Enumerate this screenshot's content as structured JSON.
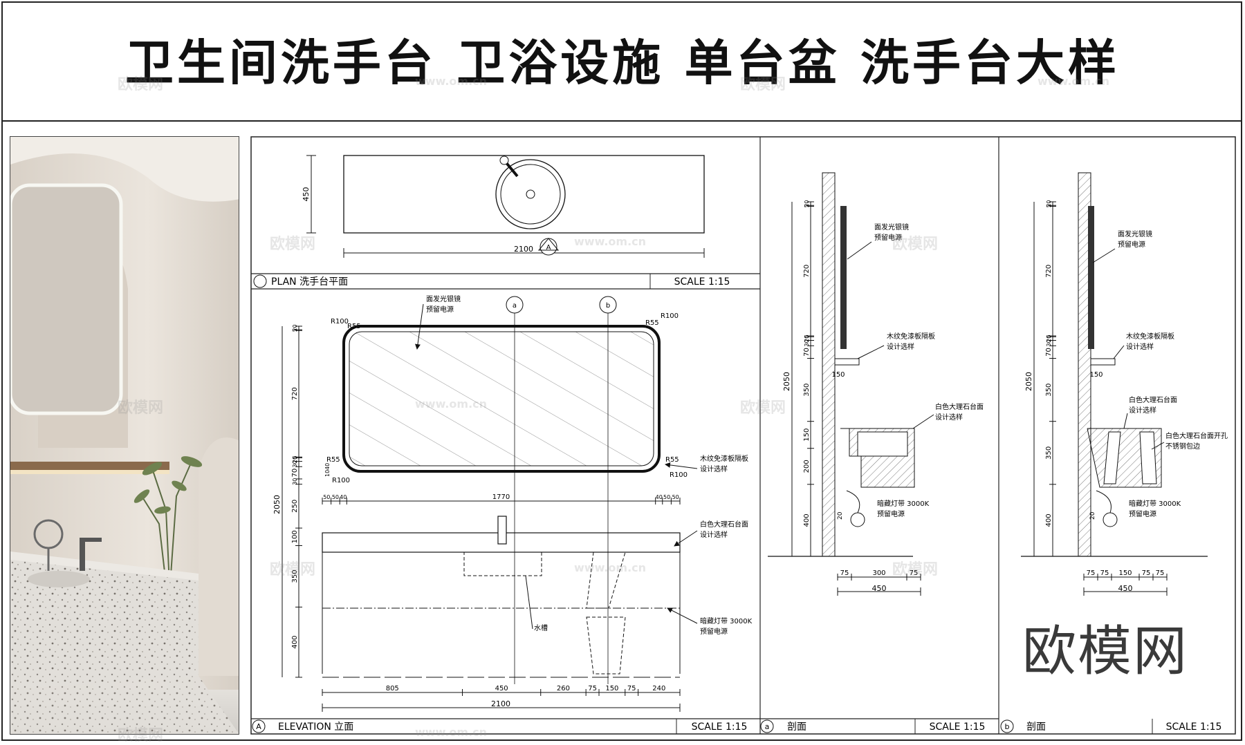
{
  "title": "卫生间洗手台  卫浴设施 单台盆  洗手台大样",
  "watermark": "欧模网",
  "watermark_url": "www.om.cn",
  "plan": {
    "label": "PLAN  洗手台平面",
    "scale": "SCALE  1:15",
    "dim_width": "2100",
    "dim_depth": "450",
    "marker": "A"
  },
  "elevation": {
    "label": "ELEVATION  立面",
    "marker": "A",
    "scale": "SCALE  1:15",
    "section_a": "a",
    "section_b": "b",
    "callouts": {
      "mirror_1": "面发光银镜",
      "mirror_2": "预留电源",
      "shelf_1": "木纹免漆板隔板",
      "shelf_2": "设计选样",
      "counter_1": "白色大理石台面",
      "counter_2": "设计选样",
      "sink": "水槽",
      "led_1": "暗藏灯带  3000K",
      "led_2": "预留电源"
    },
    "radii": {
      "r100": "R100",
      "r55": "R55"
    },
    "vertical_dims": [
      "20",
      "5",
      "720",
      "5",
      "20",
      "30",
      "70",
      "30",
      "250",
      "100",
      "350",
      "400"
    ],
    "vertical_sub": {
      "d40": "40",
      "d10": "10"
    },
    "vertical_total": "2050",
    "top_dims": [
      "50",
      "50",
      "40",
      "1770",
      "40",
      "50",
      "50"
    ],
    "bottom_dims": [
      "805",
      "450",
      "260",
      "75",
      "150",
      "75",
      "240"
    ],
    "bottom_total": "2100"
  },
  "section_a": {
    "marker": "a",
    "label": "剖面",
    "scale": "SCALE  1:15",
    "callouts": {
      "mirror_1": "面发光银镜",
      "mirror_2": "预留电源",
      "shelf_1": "木纹免漆板隔板",
      "shelf_2": "设计选样",
      "counter_1": "白色大理石台面",
      "counter_2": "设计选样",
      "led_1": "暗藏灯带  3000K",
      "led_2": "预留电源"
    },
    "shelf_dim": "150",
    "vertical_dims": [
      "20",
      "5",
      "720",
      "5",
      "20",
      "30",
      "70",
      "350",
      "150",
      "200",
      "400"
    ],
    "vertical_total": "2050",
    "bottom_dims": [
      "75",
      "300",
      "75"
    ],
    "bottom_total": "450",
    "small_dim": "20"
  },
  "section_b": {
    "marker": "b",
    "label": "剖面",
    "scale": "SCALE  1:15",
    "callouts": {
      "mirror_1": "面发光银镜",
      "mirror_2": "预留电源",
      "shelf_1": "木纹免漆板隔板",
      "shelf_2": "设计选样",
      "counter_1": "白色大理石台面",
      "counter_2": "设计选样",
      "hole_1": "白色大理石台面开孔",
      "hole_2": "不锈钢包边",
      "led_1": "暗藏灯带  3000K",
      "led_2": "预留电源"
    },
    "shelf_dim": "150",
    "vertical_dims": [
      "20",
      "5",
      "720",
      "5",
      "20",
      "30",
      "70",
      "350",
      "350",
      "400"
    ],
    "vertical_total": "2050",
    "bottom_dims": [
      "75",
      "75",
      "150",
      "75",
      "75"
    ],
    "bottom_total": "450",
    "small_dim": "20"
  },
  "colors": {
    "ink": "#111111",
    "wall": "#e9e3db",
    "terrazzo": "#dedbd6",
    "hatch": "#555555"
  }
}
